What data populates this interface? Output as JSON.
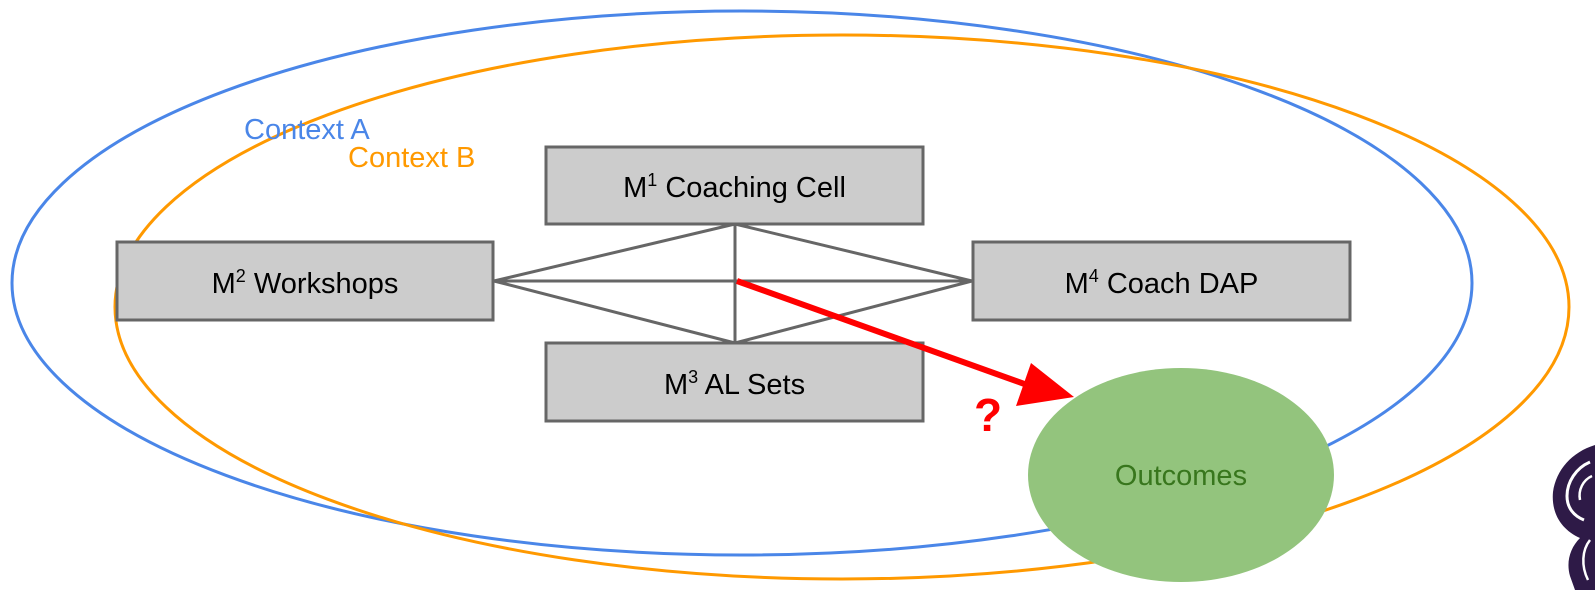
{
  "contexts": {
    "a": {
      "label": "Context A",
      "color": "#4a86e8"
    },
    "b": {
      "label": "Context B",
      "color": "#ff9900"
    }
  },
  "mechanisms": [
    {
      "id": "m1",
      "prefix": "M",
      "sup": "1",
      "label": " Coaching Cell"
    },
    {
      "id": "m2",
      "prefix": "M",
      "sup": "2",
      "label": " Workshops"
    },
    {
      "id": "m3",
      "prefix": "M",
      "sup": "3",
      "label": " AL Sets"
    },
    {
      "id": "m4",
      "prefix": "M",
      "sup": "4",
      "label": " Coach DAP"
    }
  ],
  "outcomes": {
    "label": "Outcomes",
    "fill": "#93c47d",
    "text_color": "#38761d"
  },
  "question": {
    "label": "?",
    "color": "#ff0000"
  },
  "box_style": {
    "fill": "#cccccc",
    "stroke": "#666666"
  }
}
